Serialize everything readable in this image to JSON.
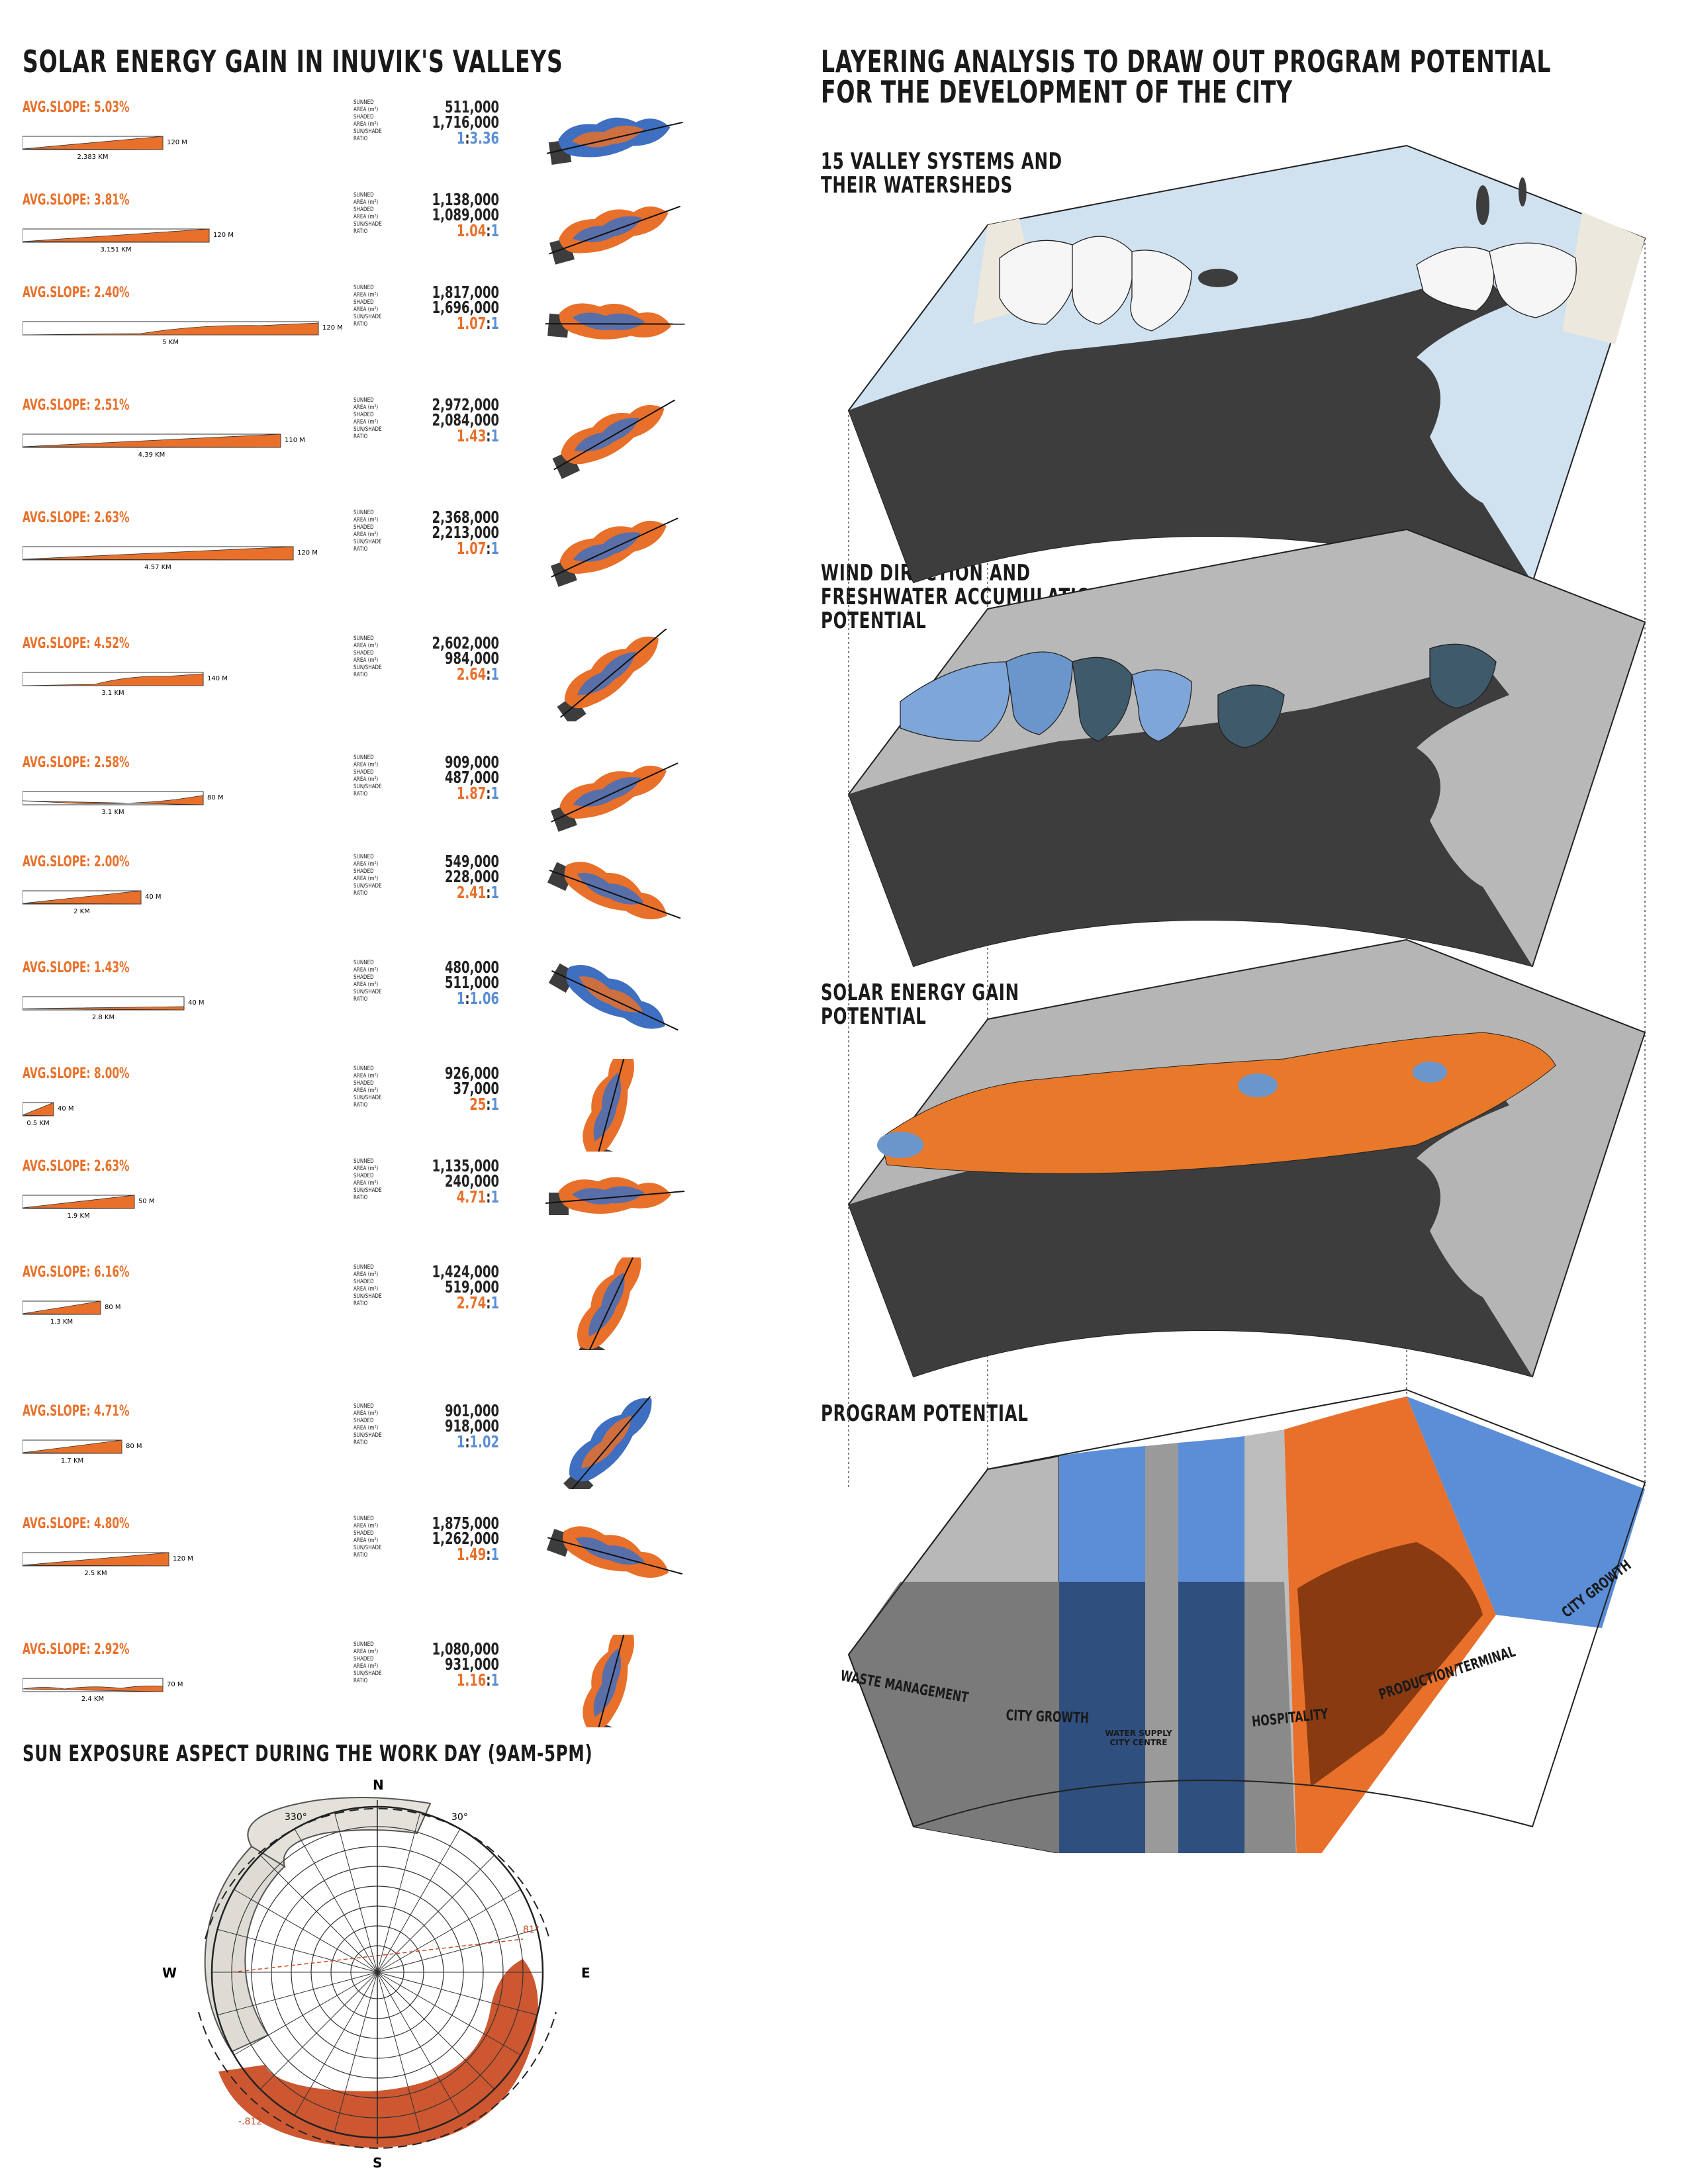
{
  "left_title": "SOLAR ENERGY GAIN IN INUVIK'S VALLEYS",
  "right_title_line1": "LAYERING ANALYSIS TO DRAW OUT PROGRAM POTENTIAL",
  "right_title_line2": "FOR THE DEVELOPMENT OF THE CITY",
  "area_labels": {
    "sunned": "SUNNED",
    "sunned_area": "AREA (m²)",
    "shaded": "SHADED",
    "shaded_area": "AREA (m²)",
    "ratio1": "SUN/SHADE",
    "ratio2": "RATIO"
  },
  "valleys": [
    {
      "slope": "AVG.SLOPE: 5.03%",
      "length": "2.383 KM",
      "height": "120 M",
      "sunned": "511,000",
      "shaded": "1,716,000",
      "ratio_a": "1",
      "ratio_b": "3.36",
      "dominant": "b",
      "len_frac": 0.45,
      "profile": "rise"
    },
    {
      "slope": "AVG.SLOPE: 3.81%",
      "length": "3.151 KM",
      "height": "120 M",
      "sunned": "1,138,000",
      "shaded": "1,089,000",
      "ratio_a": "1.04",
      "ratio_b": "1",
      "dominant": "a",
      "len_frac": 0.6,
      "profile": "rise"
    },
    {
      "slope": "AVG.SLOPE: 2.40%",
      "length": "5 KM",
      "height": "120 M",
      "sunned": "1,817,000",
      "shaded": "1,696,000",
      "ratio_a": "1.07",
      "ratio_b": "1",
      "dominant": "a",
      "len_frac": 0.95,
      "profile": "hump"
    },
    {
      "slope": "AVG.SLOPE: 2.51%",
      "length": "4.39 KM",
      "height": "110 M",
      "sunned": "2,972,000",
      "shaded": "2,084,000",
      "ratio_a": "1.43",
      "ratio_b": "1",
      "dominant": "a",
      "len_frac": 0.83,
      "profile": "rise"
    },
    {
      "slope": "AVG.SLOPE: 2.63%",
      "length": "4.57 KM",
      "height": "120 M",
      "sunned": "2,368,000",
      "shaded": "2,213,000",
      "ratio_a": "1.07",
      "ratio_b": "1",
      "dominant": "a",
      "len_frac": 0.87,
      "profile": "rise"
    },
    {
      "slope": "AVG.SLOPE: 4.52%",
      "length": "3.1 KM",
      "height": "140 M",
      "sunned": "2,602,000",
      "shaded": "984,000",
      "ratio_a": "2.64",
      "ratio_b": "1",
      "dominant": "a",
      "len_frac": 0.58,
      "profile": "hump"
    },
    {
      "slope": "AVG.SLOPE: 2.58%",
      "length": "3.1 KM",
      "height": "80 M",
      "sunned": "909,000",
      "shaded": "487,000",
      "ratio_a": "1.87",
      "ratio_b": "1",
      "dominant": "a",
      "len_frac": 0.58,
      "profile": "dip"
    },
    {
      "slope": "AVG.SLOPE: 2.00%",
      "length": "2 KM",
      "height": "40 M",
      "sunned": "549,000",
      "shaded": "228,000",
      "ratio_a": "2.41",
      "ratio_b": "1",
      "dominant": "a",
      "len_frac": 0.38,
      "profile": "rise"
    },
    {
      "slope": "AVG.SLOPE: 1.43%",
      "length": "2.8 KM",
      "height": "40 M",
      "sunned": "480,000",
      "shaded": "511,000",
      "ratio_a": "1",
      "ratio_b": "1.06",
      "dominant": "b",
      "len_frac": 0.52,
      "profile": "flat"
    },
    {
      "slope": "AVG.SLOPE: 8.00%",
      "length": "0.5 KM",
      "height": "40 M",
      "sunned": "926,000",
      "shaded": "37,000",
      "ratio_a": "25",
      "ratio_b": "1",
      "dominant": "a",
      "len_frac": 0.1,
      "profile": "rise"
    },
    {
      "slope": "AVG.SLOPE: 2.63%",
      "length": "1.9 KM",
      "height": "50 M",
      "sunned": "1,135,000",
      "shaded": "240,000",
      "ratio_a": "4.71",
      "ratio_b": "1",
      "dominant": "a",
      "len_frac": 0.36,
      "profile": "rise"
    },
    {
      "slope": "AVG.SLOPE: 6.16%",
      "length": "1.3 KM",
      "height": "80 M",
      "sunned": "1,424,000",
      "shaded": "519,000",
      "ratio_a": "2.74",
      "ratio_b": "1",
      "dominant": "a",
      "len_frac": 0.25,
      "profile": "rise"
    },
    {
      "slope": "AVG.SLOPE: 4.71%",
      "length": "1.7 KM",
      "height": "80 M",
      "sunned": "901,000",
      "shaded": "918,000",
      "ratio_a": "1",
      "ratio_b": "1.02",
      "dominant": "b",
      "len_frac": 0.32,
      "profile": "rise"
    },
    {
      "slope": "AVG.SLOPE: 4.80%",
      "length": "2.5 KM",
      "height": "120 M",
      "sunned": "1,875,000",
      "shaded": "1,262,000",
      "ratio_a": "1.49",
      "ratio_b": "1",
      "dominant": "a",
      "len_frac": 0.47,
      "profile": "rise"
    },
    {
      "slope": "AVG.SLOPE: 2.92%",
      "length": "2.4 KM",
      "height": "70 M",
      "sunned": "1,080,000",
      "shaded": "931,000",
      "ratio_a": "1.16",
      "ratio_b": "1",
      "dominant": "a",
      "len_frac": 0.45,
      "profile": "wave"
    }
  ],
  "sun_title": "SUN EXPOSURE ASPECT DURING THE WORK DAY (9AM-5PM)",
  "compass": {
    "n": "N",
    "s": "S",
    "e": "E",
    "w": "W",
    "a330": "330°",
    "a30": "30°",
    "a81": "81°",
    "a812": "-.812"
  },
  "layers": [
    {
      "title1": "15 VALLEY SYSTEMS AND",
      "title2": "THEIR WATERSHEDS",
      "title3": ""
    },
    {
      "title1": "WIND DIRECTION AND",
      "title2": "FRESHWATER ACCUMULATION",
      "title3": "POTENTIAL"
    },
    {
      "title1": "SOLAR ENERGY GAIN",
      "title2": "POTENTIAL",
      "title3": ""
    },
    {
      "title1": "PROGRAM POTENTIAL",
      "title2": "",
      "title3": ""
    }
  ],
  "program_zones": {
    "waste": "WASTE MANAGEMENT",
    "city_growth": "CITY GROWTH",
    "water_supply": "WATER SUPPLY",
    "city_centre": "CITY CENTRE",
    "hospitality": "HOSPITALITY",
    "production": "PRODUCTION/TERMINAL",
    "city_growth2": "CITY GROWTH"
  },
  "colors": {
    "orange": "#e8702a",
    "blue": "#5b8ed6",
    "dark": "#3a3a3a",
    "navy": "#2f4f7f",
    "grey": "#9a9a9a"
  }
}
